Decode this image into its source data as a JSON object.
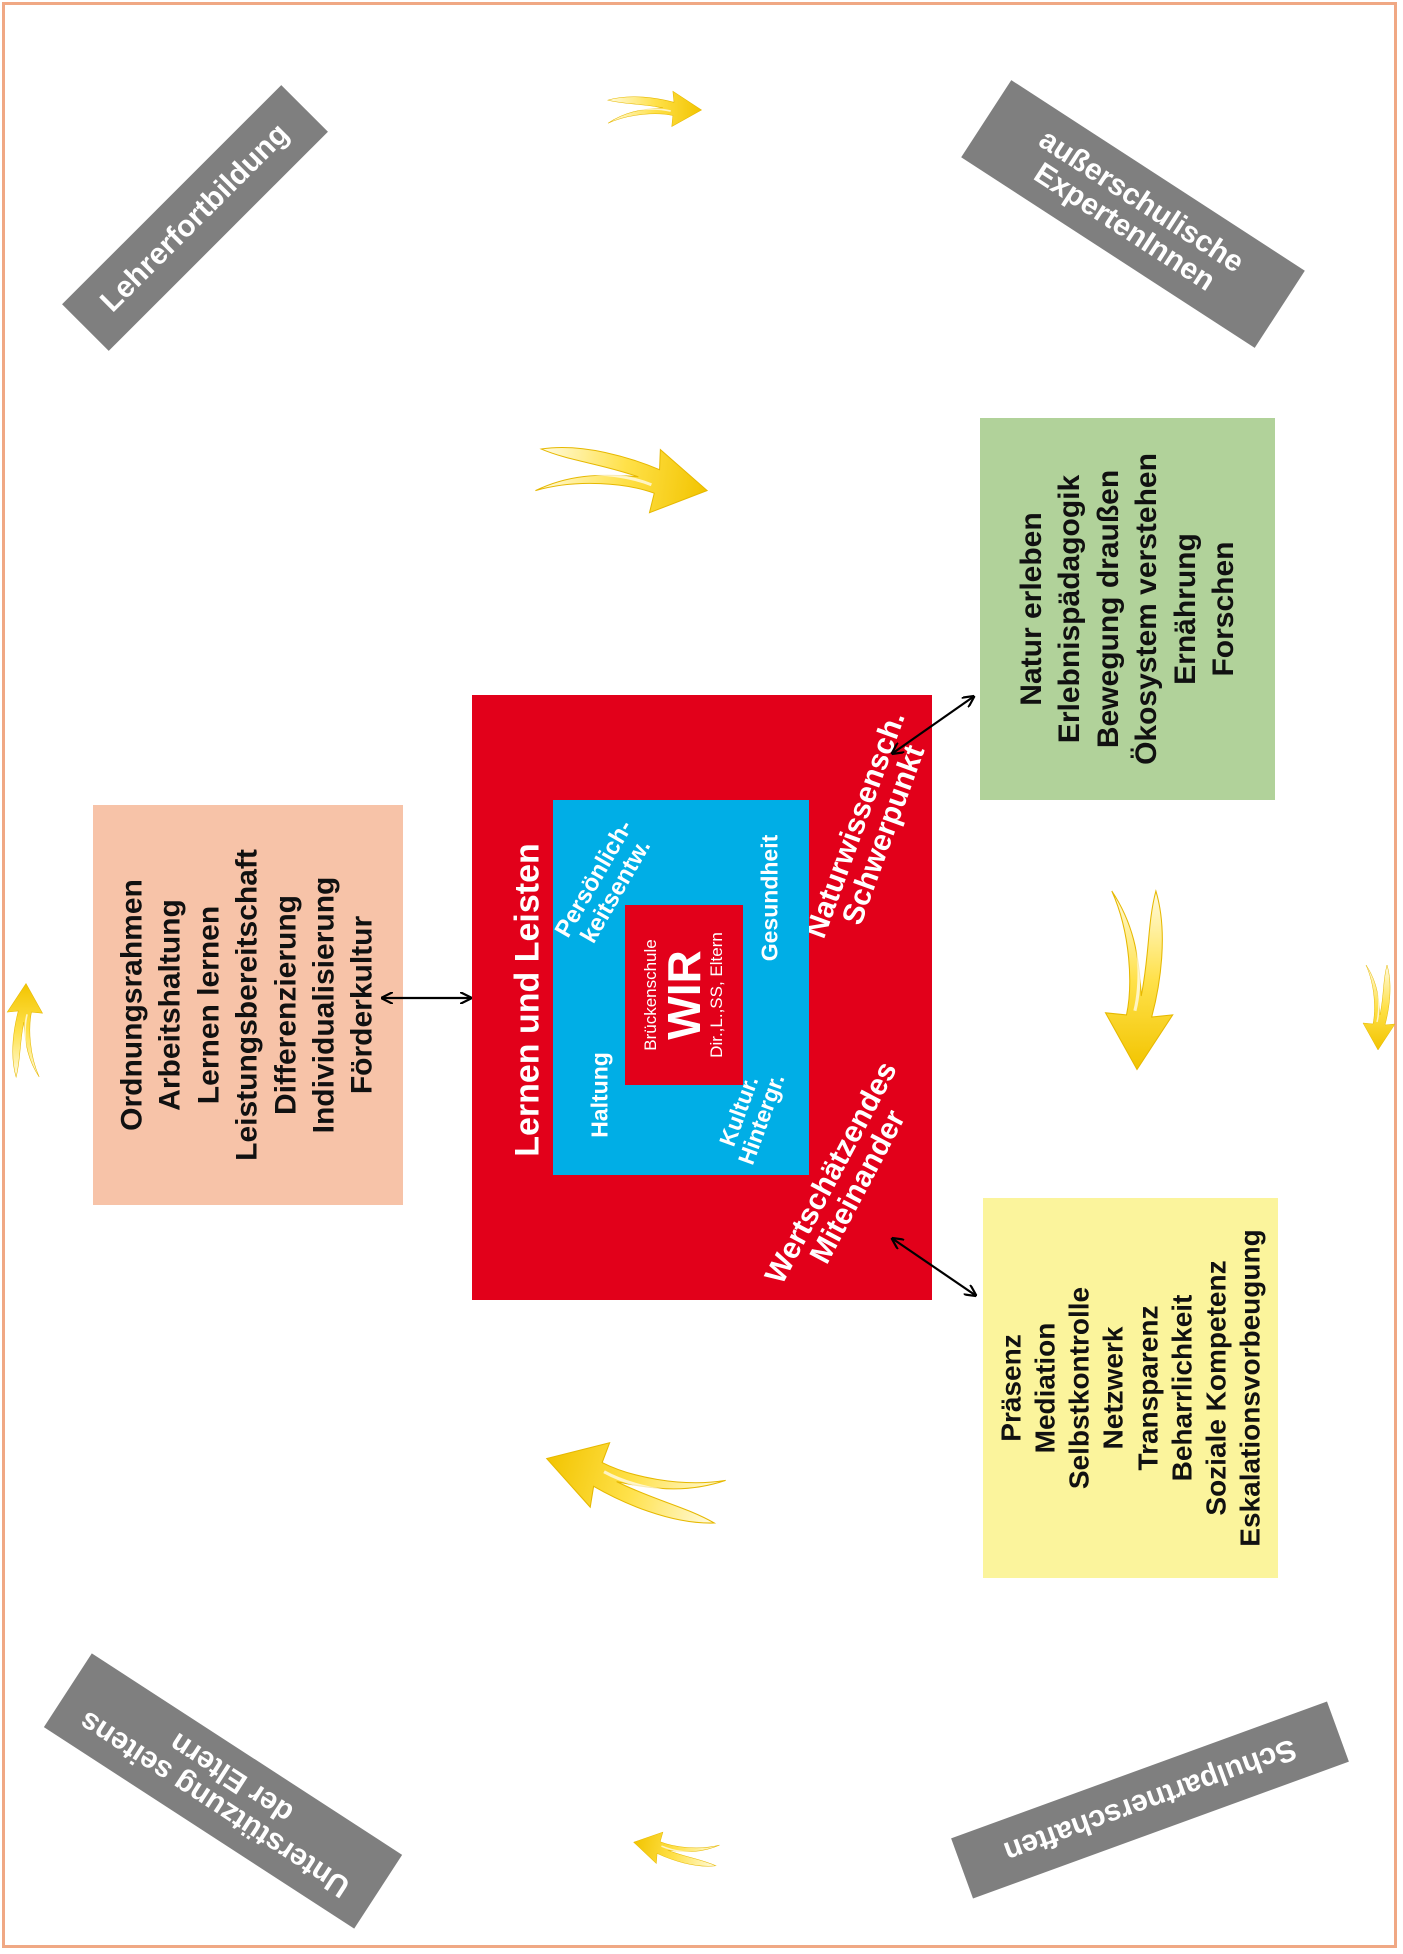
{
  "colors": {
    "frame": "#f0a884",
    "gray": "#7f7f7f",
    "red": "#e2001a",
    "blue": "#00aee6",
    "peach": "#f7c3a8",
    "green": "#b1d29a",
    "yellow": "#fbf49c",
    "arrow_yellow": "#f5d000"
  },
  "labels": {
    "teacher_training": "Lehrerfortbildung",
    "experts_line1": "außerschulische",
    "experts_line2": "ExpertenInnen",
    "parents_line1": "Unterstützung seitens",
    "parents_line2": "der Eltern",
    "partnerships": "Schulpartnerschaften"
  },
  "center": {
    "outer_title": "Lernen und Leisten",
    "outer_right_line1": "Naturwissensch.",
    "outer_right_line2": "Schwerpunkt",
    "outer_bottom_line1": "Wertschätzendes",
    "outer_bottom_line2": "Miteinander",
    "inner_top_line1": "Persönlich-",
    "inner_top_line2": "keitsentw.",
    "inner_right": "Gesundheit",
    "inner_left": "Haltung",
    "inner_bottom_line1": "Kultur.",
    "inner_bottom_line2": "Hintergr.",
    "core_top": "Brückenschule",
    "core_main": "WIR",
    "core_bottom": "Dir.,L.,SS, Eltern"
  },
  "boxes": {
    "learning": [
      "Ordnungsrahmen",
      "Arbeitshaltung",
      "Lernen lernen",
      "Leistungsbereitschaft",
      "Differenzierung",
      "Individualisierung",
      "Förderkultur"
    ],
    "nature": [
      "Natur erleben",
      "Erlebnispädagogik",
      "Bewegung draußen",
      "Ökosystem verstehen",
      "Ernährung",
      "Forschen"
    ],
    "social": [
      "Präsenz",
      "Mediation",
      "Selbstkontrolle",
      "Netzwerk",
      "Transparenz",
      "Beharrlichkeit",
      "Soziale Kompetenz",
      "Eskalationsvorbeugung"
    ]
  },
  "icons": [
    "double-arrow-icon",
    "yellow-swoosh-arrow-icon"
  ]
}
